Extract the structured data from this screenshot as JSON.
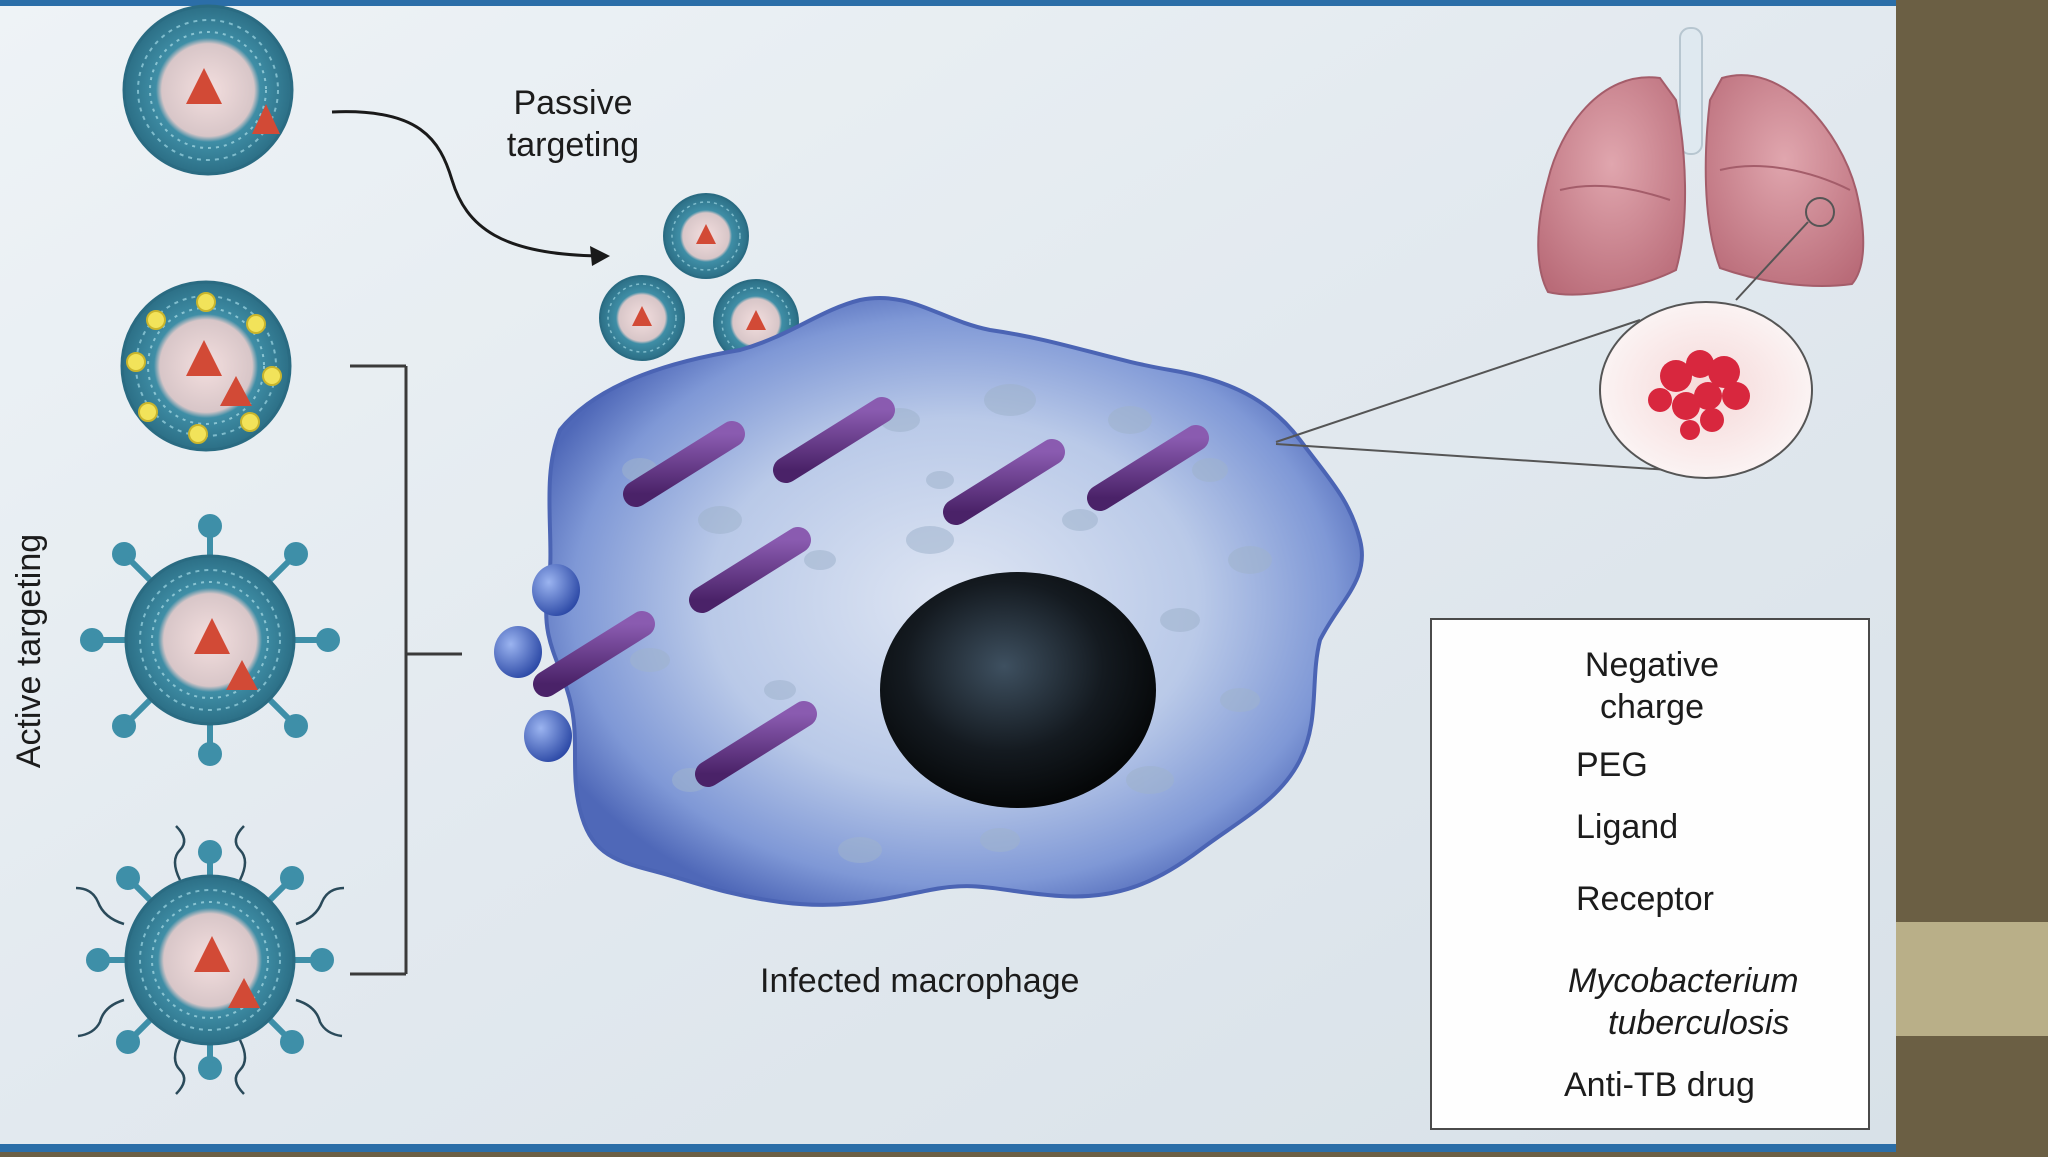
{
  "labels": {
    "passive_line1": "Passive",
    "passive_line2": "targeting",
    "active": "Active targeting",
    "macrophage": "Infected macrophage"
  },
  "legend": {
    "negative_line1": "Negative",
    "negative_line2": "charge",
    "peg": "PEG",
    "ligand": "Ligand",
    "receptor": "Receptor",
    "myco_line1": "Mycobacterium",
    "myco_line2": "tuberculosis",
    "drug": "Anti-TB drug"
  },
  "colors": {
    "frame_blue": "#2b6ea8",
    "background": "#e4ebf0",
    "macrophage": "#5a78c8",
    "bacterium": "#5b2d7d",
    "drug": "#d24a36",
    "negative_charge": "#f2e35a",
    "liposome": "#3e8fa8",
    "lung": "#c9848f",
    "side_bar": "#6b5f44",
    "side_band": "#b9af88"
  },
  "icons": [
    "liposome-icon",
    "lung-icon",
    "nucleus-icon",
    "bacterium-icon",
    "receptor-icon",
    "ligand-icon",
    "peg-icon",
    "negative-charge-icon",
    "drug-icon"
  ]
}
